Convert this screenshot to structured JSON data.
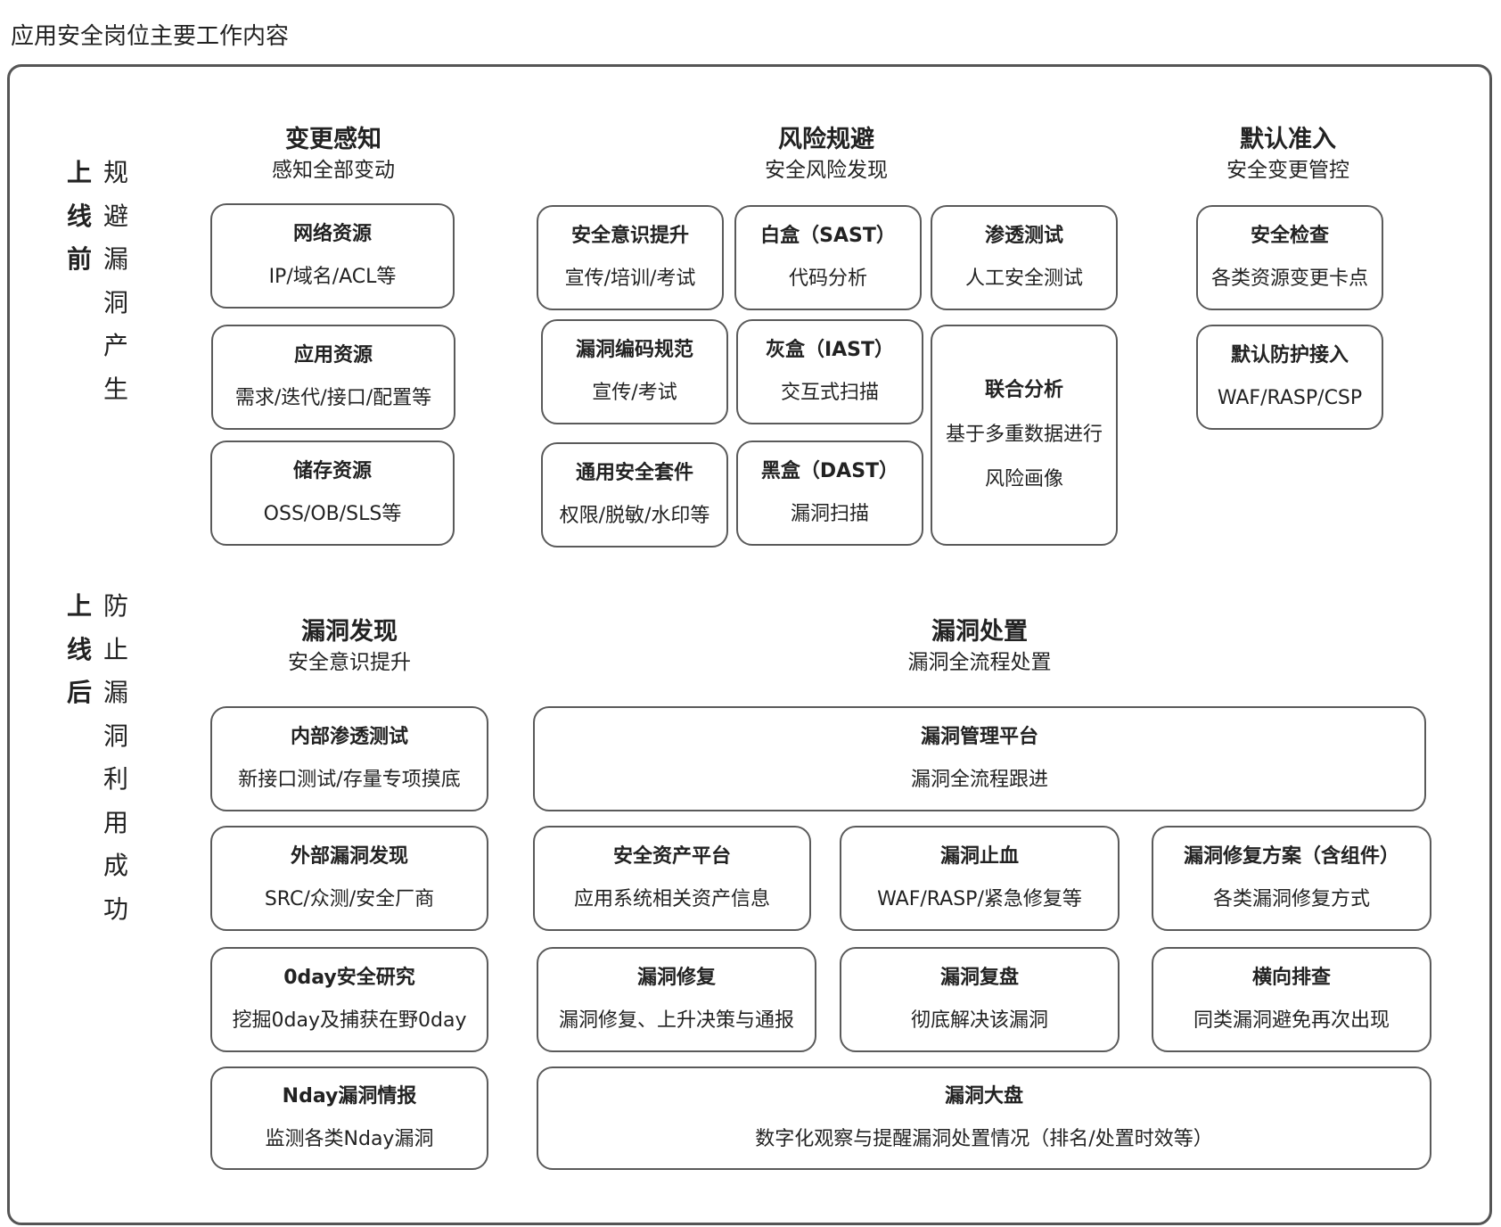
{
  "page_title": "应用安全岗位主要工作内容",
  "pre_launch": {
    "label_bold": [
      "上",
      "线",
      "前"
    ],
    "label_light": [
      "规",
      "避",
      "漏",
      "洞",
      "产",
      "生"
    ],
    "columns": [
      {
        "title": "变更感知",
        "subtitle": "感知全部变动",
        "boxes": [
          {
            "title": "网络资源",
            "desc": "IP/域名/ACL等"
          },
          {
            "title": "应用资源",
            "desc": "需求/迭代/接口/配置等"
          },
          {
            "title": "储存资源",
            "desc": "OSS/OB/SLS等"
          }
        ]
      },
      {
        "title": "风险规避",
        "subtitle": "安全风险发现",
        "boxes": [
          {
            "title": "安全意识提升",
            "desc": "宣传/培训/考试"
          },
          {
            "title": "白盒（SAST）",
            "desc": "代码分析"
          },
          {
            "title": "渗透测试",
            "desc": "人工安全测试"
          },
          {
            "title": "漏洞编码规范",
            "desc": "宣传/考试"
          },
          {
            "title": "灰盒（IAST）",
            "desc": "交互式扫描"
          },
          {
            "title": "联合分析",
            "desc": "基于多重数据进行",
            "desc2": "风险画像"
          },
          {
            "title": "通用安全套件",
            "desc": "权限/脱敏/水印等"
          },
          {
            "title": "黑盒（DAST）",
            "desc": "漏洞扫描"
          }
        ]
      },
      {
        "title": "默认准入",
        "subtitle": "安全变更管控",
        "boxes": [
          {
            "title": "安全检查",
            "desc": "各类资源变更卡点"
          },
          {
            "title": "默认防护接入",
            "desc": "WAF/RASP/CSP"
          }
        ]
      }
    ]
  },
  "post_launch": {
    "label_bold": [
      "上",
      "线",
      "后"
    ],
    "label_light": [
      "防",
      "止",
      "漏",
      "洞",
      "利",
      "用",
      "成",
      "功"
    ],
    "columns": [
      {
        "title": "漏洞发现",
        "subtitle": "安全意识提升",
        "boxes": [
          {
            "title": "内部渗透测试",
            "desc": "新接口测试/存量专项摸底"
          },
          {
            "title": "外部漏洞发现",
            "desc": "SRC/众测/安全厂商"
          },
          {
            "title": "0day安全研究",
            "desc": "挖掘0day及捕获在野0day"
          },
          {
            "title": "Nday漏洞情报",
            "desc": "监测各类Nday漏洞"
          }
        ]
      },
      {
        "title": "漏洞处置",
        "subtitle": "漏洞全流程处置",
        "boxes": [
          {
            "title": "漏洞管理平台",
            "desc": "漏洞全流程跟进"
          },
          {
            "title": "安全资产平台",
            "desc": "应用系统相关资产信息"
          },
          {
            "title": "漏洞止血",
            "desc": "WAF/RASP/紧急修复等"
          },
          {
            "title": "漏洞修复方案（含组件）",
            "desc": "各类漏洞修复方式"
          },
          {
            "title": "漏洞修复",
            "desc": "漏洞修复、上升决策与通报"
          },
          {
            "title": "漏洞复盘",
            "desc": "彻底解决该漏洞"
          },
          {
            "title": "横向排查",
            "desc": "同类漏洞避免再次出现"
          },
          {
            "title": "漏洞大盘",
            "desc": "数字化观察与提醒漏洞处置情况（排名/处置时效等）"
          }
        ]
      }
    ]
  }
}
